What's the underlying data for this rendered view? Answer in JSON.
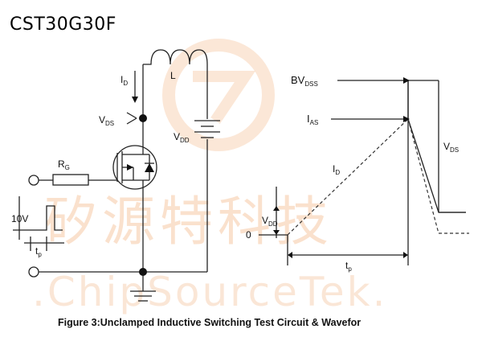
{
  "header": {
    "part_number": "CST30G30F"
  },
  "watermark": {
    "logo_cn": "矽源特科技",
    "logo_en": ".ChipSourceTek."
  },
  "circuit": {
    "id": "I",
    "id_sub": "D",
    "inductor": "L",
    "vds": "V",
    "vds_sub": "DS",
    "vdd": "V",
    "vdd_sub": "DD",
    "rg": "R",
    "rg_sub": "G",
    "pulse_amp": "10V",
    "tp": "t",
    "tp_sub": "p"
  },
  "waveform": {
    "bvdss": "BV",
    "bvdss_sub": "DSS",
    "ias": "I",
    "ias_sub": "AS",
    "id": "I",
    "id_sub": "D",
    "vds": "V",
    "vds_sub": "DS",
    "vdd": "V",
    "vdd_sub": "DD",
    "zero": "0",
    "tp": "t",
    "tp_sub": "p"
  },
  "caption": "Figure 3:Unclamped Inductive Switching Test Circuit & Wavefor",
  "colors": {
    "line": "#222222",
    "watermark": "#f6c9a6"
  }
}
